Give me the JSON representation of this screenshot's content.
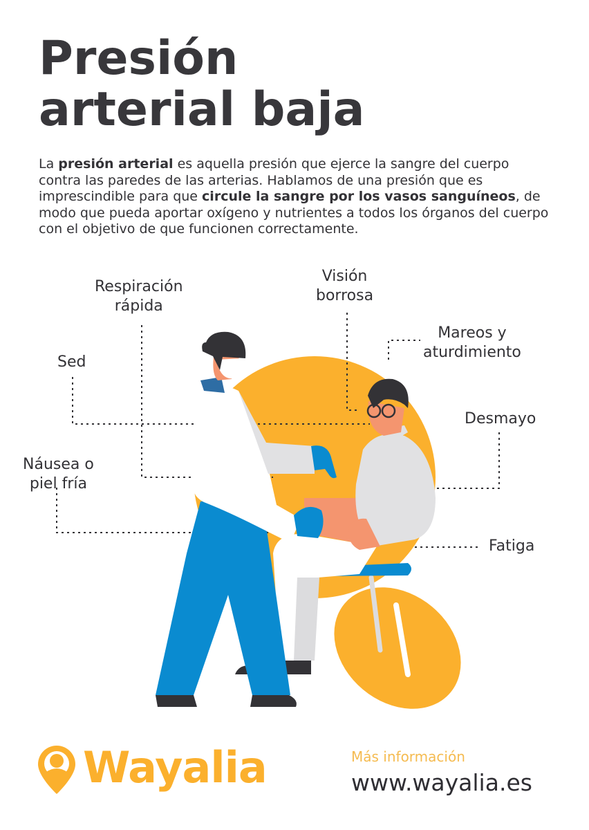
{
  "title": {
    "line1": "Presión",
    "line2": "arterial baja"
  },
  "intro": {
    "part1": "La ",
    "bold1": "presión arterial",
    "part2": " es aquella presión que ejerce la sangre del cuerpo contra las paredes de las arterias. Hablamos de una presión que es imprescindible para que ",
    "bold2": "circule la sangre por los vasos sanguíneos",
    "part3": ", de modo que pueda aportar oxígeno y nutrientes a todos los órganos del cuerpo con el objetivo de que funcionen correctamente."
  },
  "symptoms": {
    "respiracion": {
      "line1": "Respiración",
      "line2": "rápida"
    },
    "vision": {
      "line1": "Visión",
      "line2": "borrosa"
    },
    "mareos": {
      "line1": "Mareos y",
      "line2": "aturdimiento"
    },
    "sed": {
      "line1": "Sed"
    },
    "desmayo": {
      "line1": "Desmayo"
    },
    "nausea": {
      "line1": "Náusea o",
      "line2": "piel fría"
    },
    "fatiga": {
      "line1": "Fatiga"
    }
  },
  "footer": {
    "brand": "Wayalia",
    "more_label": "Más información",
    "url": "www.wayalia.es"
  },
  "colors": {
    "brand_orange": "#fbb02d",
    "title_dark": "#38373b",
    "blue": "#0a8bd0",
    "skin": "#f4956f",
    "coat_grey": "#e1e1e3"
  },
  "icons": {
    "logo": "location-pin-person-icon"
  }
}
